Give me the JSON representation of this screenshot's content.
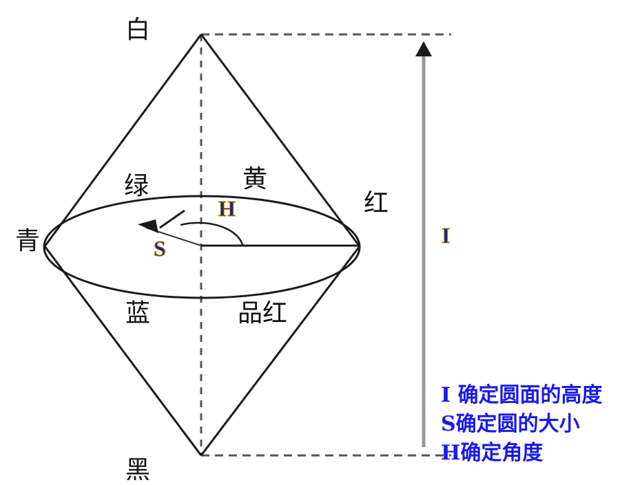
{
  "vertex_labels": {
    "top": "白",
    "bottom": "黑",
    "left": "青",
    "right": "红"
  },
  "hue_labels": {
    "green": "绿",
    "yellow": "黄",
    "blue": "蓝",
    "magenta": "品红"
  },
  "axis_labels": {
    "hue": "H",
    "saturation": "S",
    "intensity": "I"
  },
  "legend": {
    "line1": "I 确定圆面的高度",
    "line2": "S确定圆的大小",
    "line3": "H确定角度"
  },
  "colors": {
    "line": "#1a1a1a",
    "dashed": "#555555",
    "arrow": "#999999",
    "label_fill": "#1a2a6a",
    "label_stroke": "#c9881a",
    "legend": "#1a1aee"
  }
}
